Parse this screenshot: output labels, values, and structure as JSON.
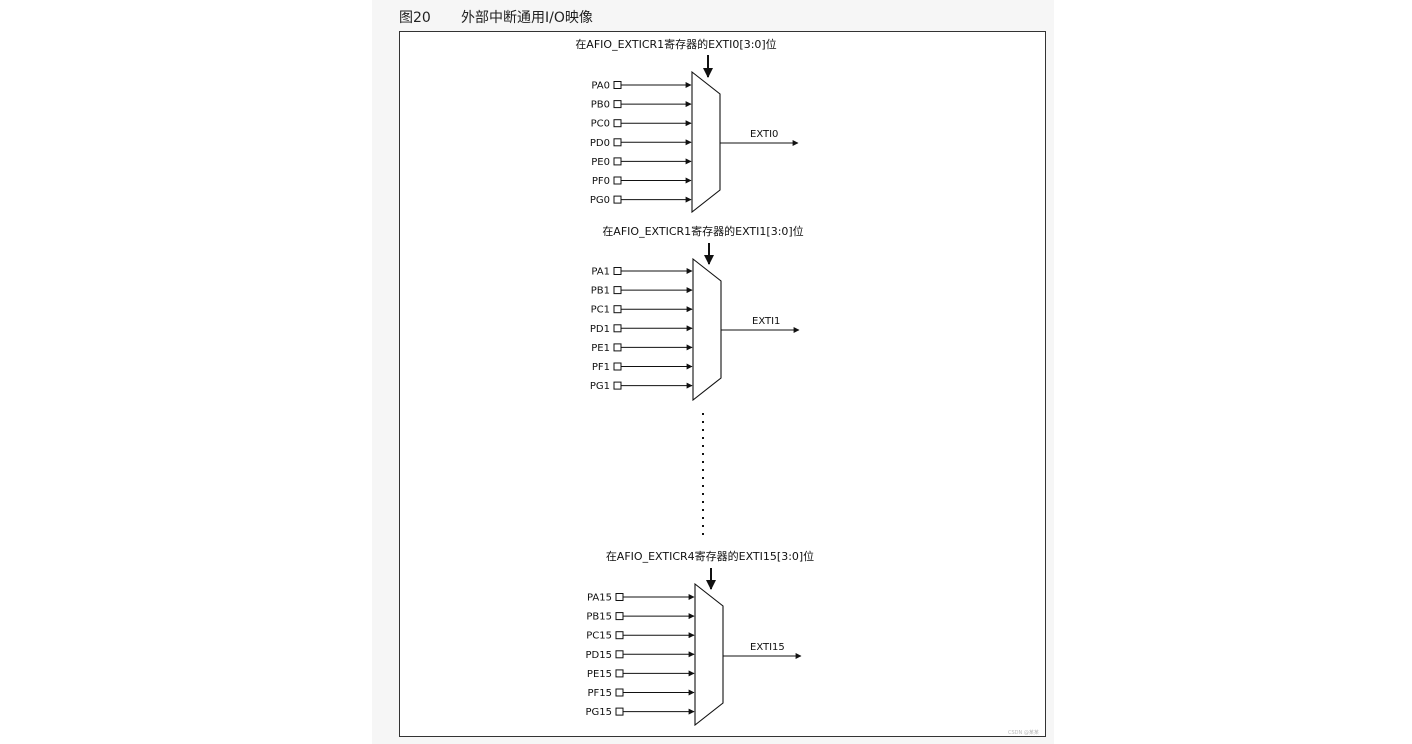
{
  "figure": {
    "number": "图20",
    "title": "外部中断通用I/O映像"
  },
  "blocks": [
    {
      "register_label": "在AFIO_EXTICR1寄存器的EXTI0[3:0]位",
      "inputs": [
        "PA0",
        "PB0",
        "PC0",
        "PD0",
        "PE0",
        "PF0",
        "PG0"
      ],
      "output": "EXTI0"
    },
    {
      "register_label": "在AFIO_EXTICR1寄存器的EXTI1[3:0]位",
      "inputs": [
        "PA1",
        "PB1",
        "PC1",
        "PD1",
        "PE1",
        "PF1",
        "PG1"
      ],
      "output": "EXTI1"
    },
    {
      "register_label": "在AFIO_EXTICR4寄存器的EXTI15[3:0]位",
      "inputs": [
        "PA15",
        "PB15",
        "PC15",
        "PD15",
        "PE15",
        "PF15",
        "PG15"
      ],
      "output": "EXTI15"
    }
  ],
  "watermark": "CSDN @某某"
}
